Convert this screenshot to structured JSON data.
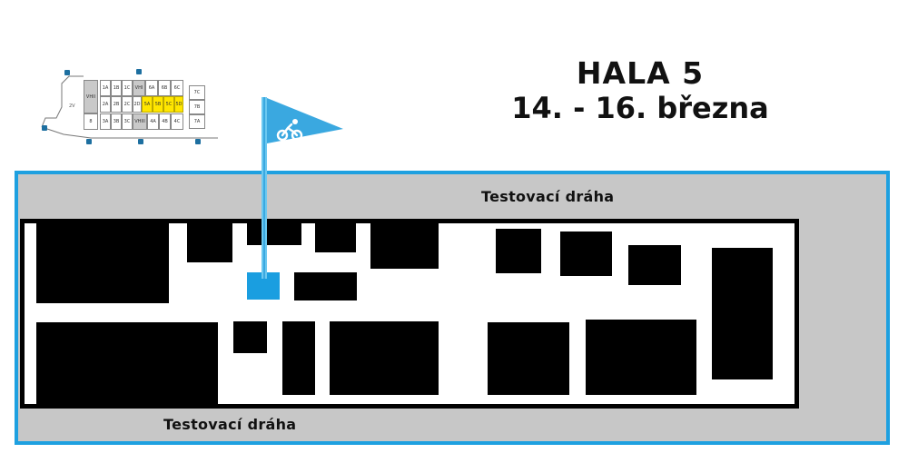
{
  "header": {
    "hall_label": "HALA 5",
    "dates_label": "14. - 16. března"
  },
  "plan": {
    "track_label_top": "Testovací dráha",
    "track_label_bottom": "Testovací dráha",
    "colors": {
      "frame": "#1ea0e0",
      "track": "#c7c7c7",
      "booth": "#000000",
      "highlight_booth": "#1a9ee0",
      "flag": "#3aa8e0"
    }
  },
  "flag": {
    "icon": "bicycle-icon"
  },
  "mini_map": {
    "row_top": [
      "1A",
      "1B",
      "1C",
      "VHI",
      "6A",
      "6B",
      "6C"
    ],
    "row_mid": [
      "2A",
      "2B",
      "2C",
      "2D",
      "5A",
      "5B",
      "5C",
      "5D"
    ],
    "row_bot": [
      "8",
      "3A",
      "3B",
      "3C",
      "VHIII",
      "4A",
      "4B",
      "4C"
    ],
    "side_block": "VHII",
    "right_col": [
      "7C",
      "7B",
      "7A"
    ],
    "entrance_label": "2V",
    "highlight_cells": [
      "5A",
      "5B",
      "5C",
      "5D"
    ],
    "highlight_color": "#ffe600"
  }
}
